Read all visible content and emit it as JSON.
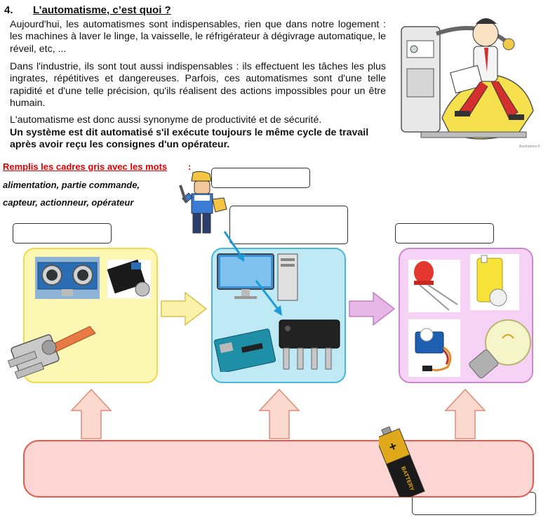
{
  "section": {
    "number": "4.",
    "title": "L’automatisme, c’est quoi ?"
  },
  "paragraphs": {
    "p1": "Aujourd'hui, les automatismes sont indispensables, rien que dans notre logement : les machines à laver le linge, la vaisselle, le réfrigérateur à dégivrage automatique, le réveil, etc, ...",
    "p2": "Dans l'industrie, ils sont tout aussi indispensables : ils effectuent les tâches les plus ingrates, répétitives et dangereuses. Parfois, ces automatismes sont d'une telle rapidité et d'une telle précision, qu'ils réalisent des actions impossibles pour un être humain.",
    "p3": " L'automatisme est donc aussi synonyme de productivité et de sécurité.",
    "p4": "Un système est dit automatisé s'il exécute toujours le même cycle de travail après avoir reçu les consignes d'un opérateur."
  },
  "illustration_credit": "illustrations.fr",
  "instruction": {
    "label": "Remplis les cadres gris avec les mots",
    "colon": " :",
    "words_line1": "alimentation, partie commande,",
    "words_line2": "capteur, actionneur, opérateur"
  },
  "battery_label": "BATTERY",
  "colors": {
    "instruction_red": "#e00000",
    "yellow_panel": "#fdf7b4",
    "blue_panel": "#c0e9f6",
    "purple_panel": "#f6d2f6",
    "red_panel": "#fbd6d2",
    "arrow_yellow": "#fcf1a8",
    "arrow_purple": "#e7b7e7",
    "arrow_pink": "#fbd9cf"
  },
  "icons": [
    "robot-cartoon",
    "worker-figure",
    "ultrasonic-sensor",
    "sound-sensor",
    "toggle-switch",
    "computer",
    "arduino-board",
    "microchip",
    "led",
    "gear-motor",
    "servo",
    "light-bulb",
    "battery"
  ]
}
